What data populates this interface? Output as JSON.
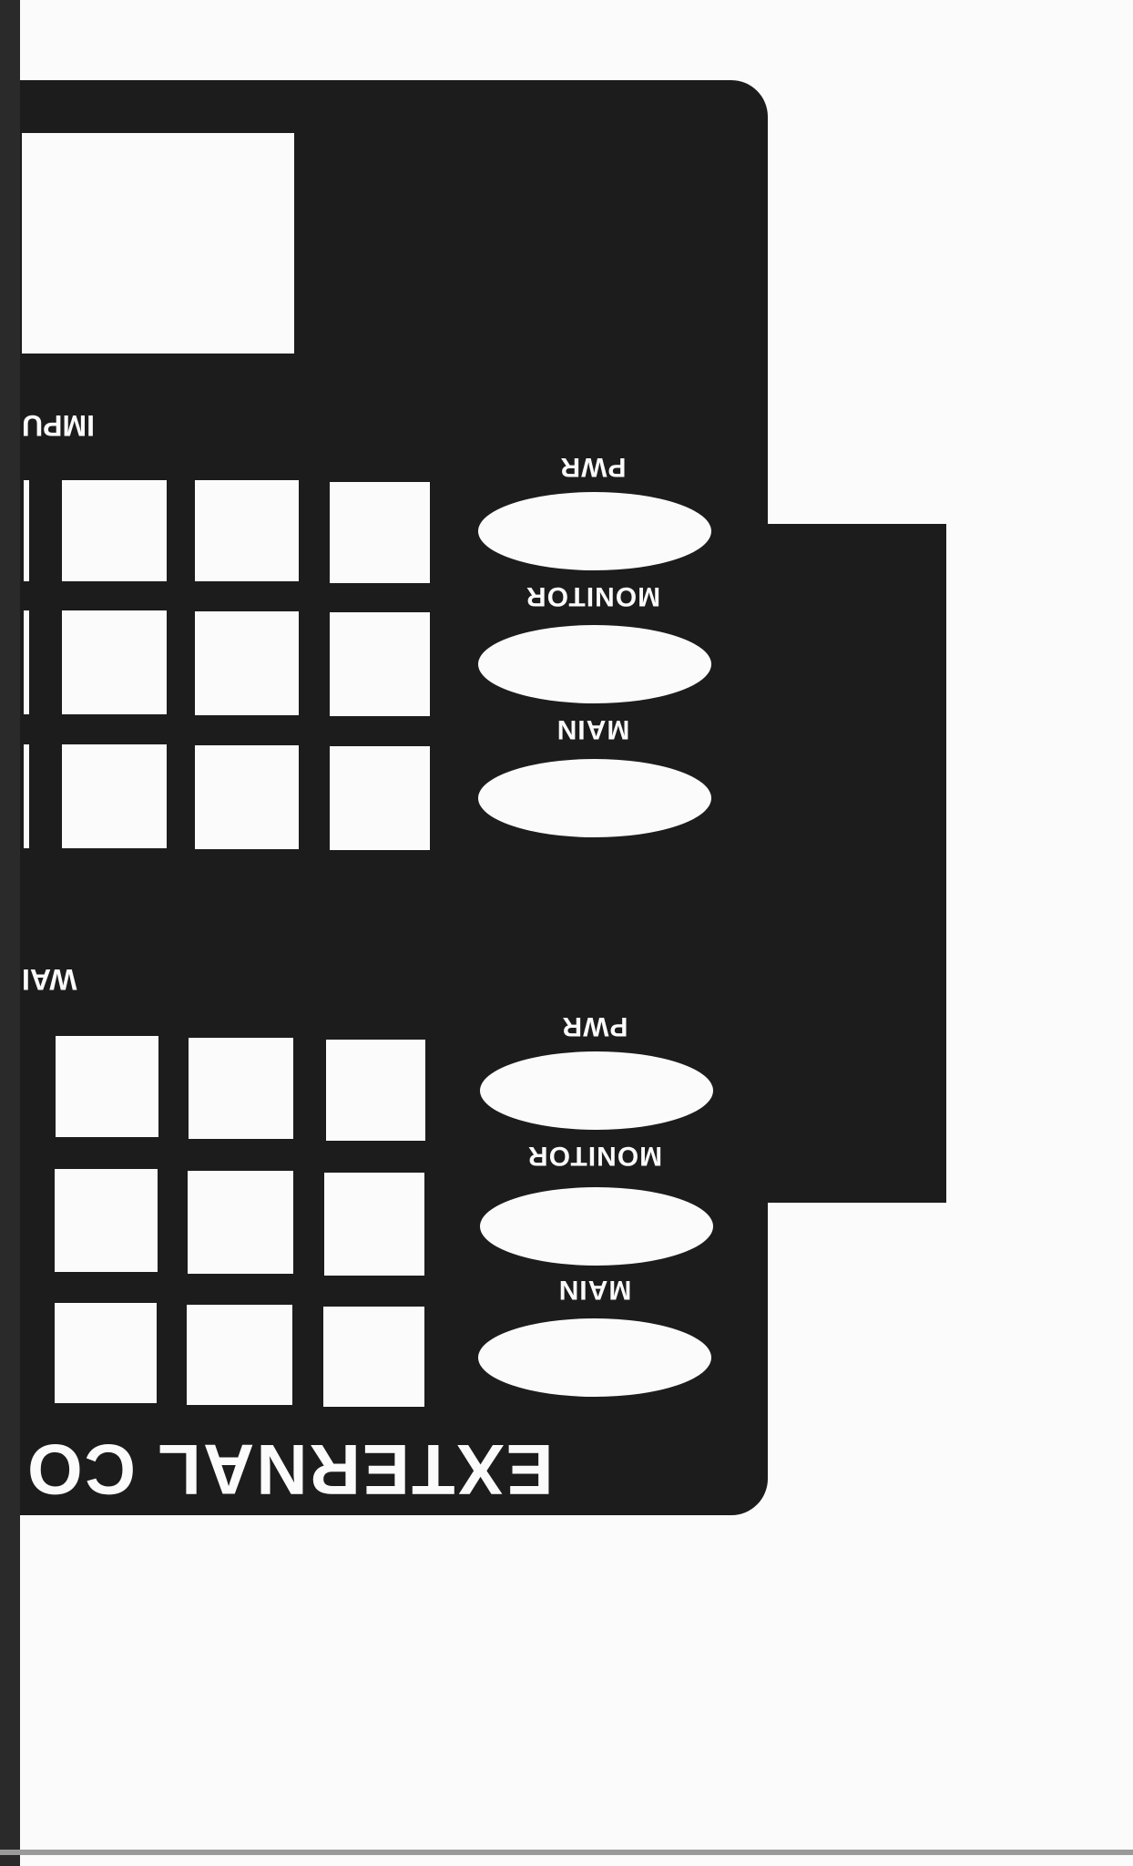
{
  "panel": {
    "title": "EXTERNAL CO",
    "sections": [
      {
        "label": "IMPU",
        "buttons": [
          "PWR",
          "MONITOR",
          "MAIN"
        ]
      },
      {
        "label": "WAI",
        "buttons": [
          "PWR",
          "MONITOR",
          "MAIN"
        ]
      }
    ]
  },
  "colors": {
    "panel": "#1c1c1c",
    "paper": "#fbfbfb"
  }
}
